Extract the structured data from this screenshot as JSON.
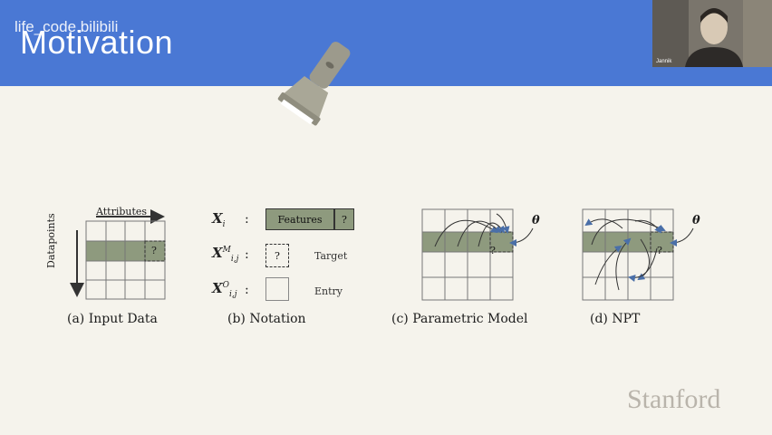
{
  "header": {
    "title": "Motivation",
    "watermark": "life_code.bilibili"
  },
  "webcam": {
    "name": "Jannik"
  },
  "figure_a": {
    "axis_top": "Attributes",
    "axis_left": "Datapoints",
    "cell_mark": "?",
    "caption": "(a)  Input Data"
  },
  "figure_b": {
    "sym_xi": "X",
    "sub_xi": "i",
    "sym_xm": "X",
    "sup_xm": "M",
    "sub_xm": "i,j",
    "sym_xo": "X",
    "sup_xo": "O",
    "sub_xo": "i,j",
    "colon": ":",
    "features_label": "Features",
    "features_mark": "?",
    "target_mark": "?",
    "target_label": "Target",
    "entry_label": "Entry",
    "caption": "(b)  Notation"
  },
  "figure_c": {
    "cell_mark": "?",
    "theta": "θ",
    "caption": "(c)  Parametric Model"
  },
  "figure_d": {
    "cell_mark": "?",
    "theta": "θ",
    "caption": "(d)  NPT"
  },
  "footer": {
    "logo": "Stanford"
  },
  "colors": {
    "header": "#4a78d4",
    "highlight_row": "#8e9a7e",
    "background": "#f5f3ec",
    "arrow_fill": "#4a6fa8"
  }
}
